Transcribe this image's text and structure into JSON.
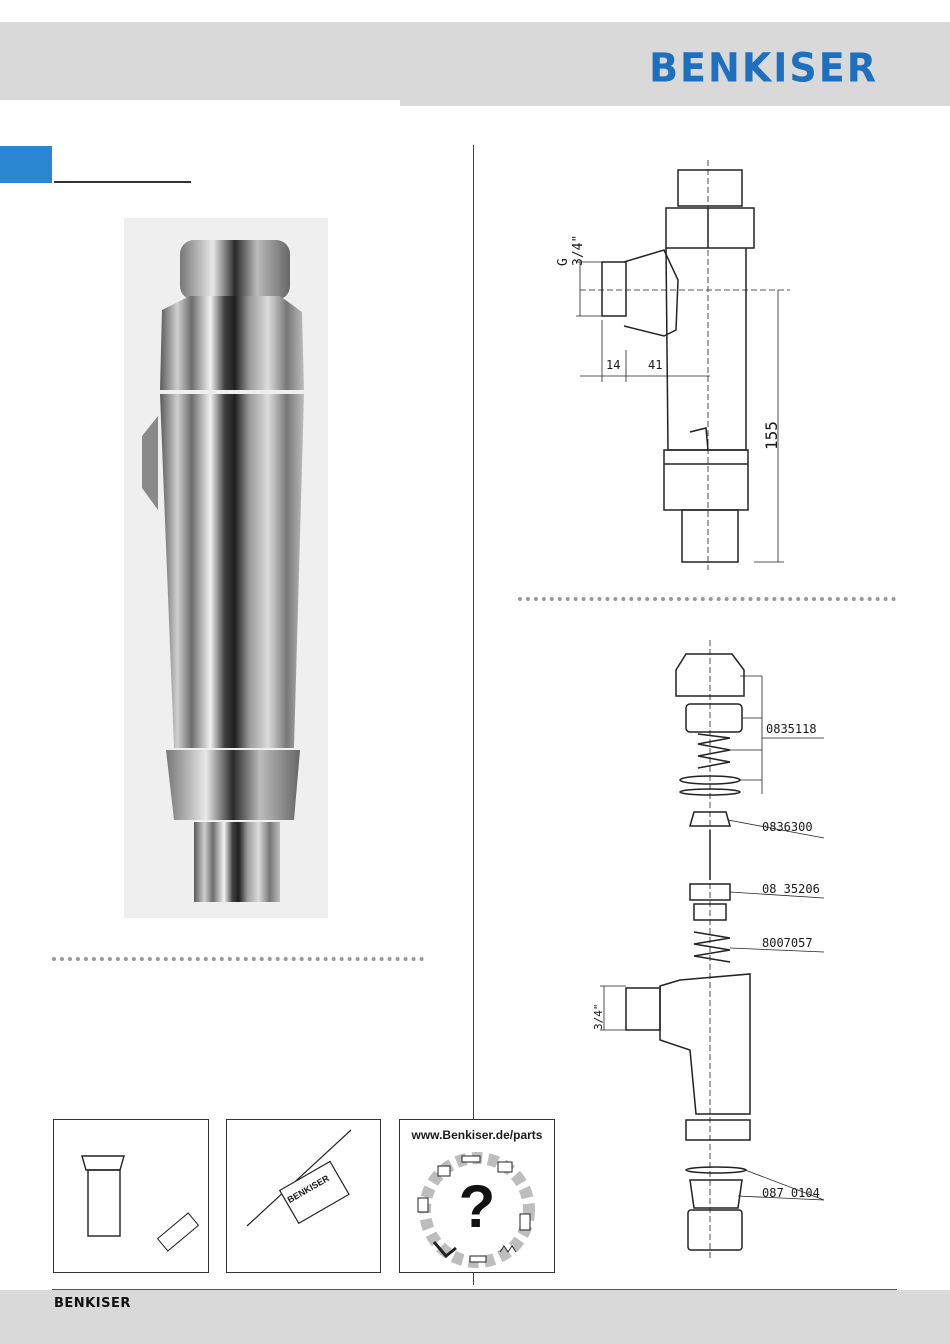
{
  "header": {
    "brand": "BENKISER"
  },
  "dimensions": {
    "thread": "G 3/4\"",
    "dim_14": "14",
    "dim_41": "41",
    "dim_155": "155"
  },
  "parts": [
    {
      "code": "0835118"
    },
    {
      "code": "0836300"
    },
    {
      "code": "08 35206"
    },
    {
      "code": "8007057"
    },
    {
      "code": "087 0104"
    }
  ],
  "exploded": {
    "thread": "3/4\""
  },
  "accessories": {
    "parts_url": "www.Benkiser.de/parts",
    "mini_brand": "BENKISER",
    "question": "?"
  },
  "footer": {
    "brand": "BENKISER"
  }
}
